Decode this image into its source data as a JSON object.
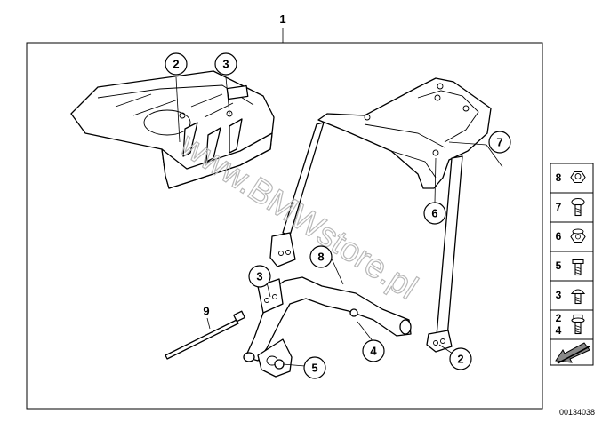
{
  "assembly_number": "1",
  "callouts": [
    {
      "id": "c2a",
      "label": "2"
    },
    {
      "id": "c3a",
      "label": "3"
    },
    {
      "id": "c7",
      "label": "7"
    },
    {
      "id": "c6",
      "label": "6"
    },
    {
      "id": "c8",
      "label": "8"
    },
    {
      "id": "c3b",
      "label": "3"
    },
    {
      "id": "c9",
      "label": "9"
    },
    {
      "id": "c4",
      "label": "4"
    },
    {
      "id": "c2b",
      "label": "2"
    },
    {
      "id": "c5",
      "label": "5"
    }
  ],
  "legend": [
    {
      "label": "8",
      "icon": "hex-nut-icon"
    },
    {
      "label": "7",
      "icon": "torx-screw-icon"
    },
    {
      "label": "6",
      "icon": "lock-nut-icon"
    },
    {
      "label": "5",
      "icon": "hex-bolt-icon"
    },
    {
      "label": "3",
      "icon": "button-head-screw-icon"
    },
    {
      "label": "2\n4",
      "icon": "collar-bolt-icon"
    }
  ],
  "legend_arrow_icon": "arrow-icon",
  "watermark": "www.BMWstore.pl",
  "reference_number": "00134038"
}
